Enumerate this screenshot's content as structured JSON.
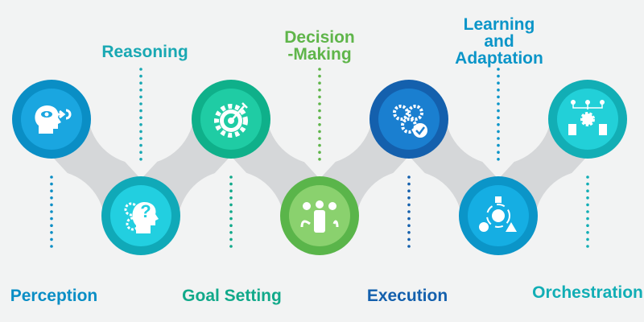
{
  "steps": [
    {
      "label": "Perception",
      "icon": "head-eye-arrow-icon",
      "outer": "#0a8ec5",
      "inner": "#1aa6e0",
      "text_color": "#0a8ec5"
    },
    {
      "label": "Reasoning",
      "icon": "head-gears-question-icon",
      "outer": "#10a9b8",
      "inner": "#22cfe0",
      "text_color": "#19a8b3"
    },
    {
      "label": "Goal Setting",
      "icon": "gear-target-icon",
      "outer": "#0fb08a",
      "inner": "#1fcca4",
      "text_color": "#11a98a"
    },
    {
      "label": "Decision",
      "label2": "-Making",
      "icon": "person-choice-icon",
      "outer": "#5ab54a",
      "inner": "#8ad16e",
      "text_color": "#5fb54a"
    },
    {
      "label": "Execution",
      "icon": "gears-check-icon",
      "outer": "#1460ad",
      "inner": "#1a7fd0",
      "text_color": "#1460ad"
    },
    {
      "label": "Learning",
      "label2": "and",
      "label3": "Adaptation",
      "icon": "cycle-gear-shapes-icon",
      "outer": "#0b95c8",
      "inner": "#15aee3",
      "text_color": "#0b95c8"
    },
    {
      "label": "Orchestration",
      "icon": "hierarchy-gear-documents-icon",
      "outer": "#12aeb5",
      "inner": "#22d0d8",
      "text_color": "#12aeb5"
    }
  ],
  "connector_color": "#d5d7d9"
}
